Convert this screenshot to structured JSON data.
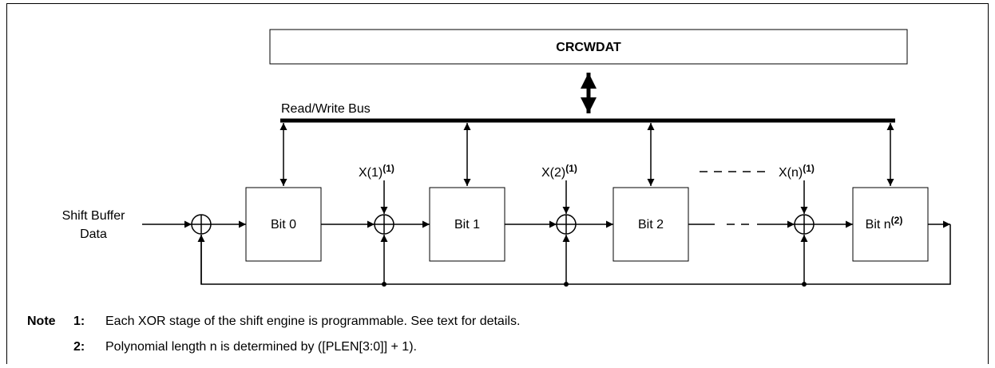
{
  "register": {
    "label": "CRCWDAT"
  },
  "bus": {
    "label": "Read/Write Bus"
  },
  "input": {
    "line1": "Shift Buffer",
    "line2": "Data"
  },
  "stages": [
    {
      "label": "Bit 0",
      "sup": ""
    },
    {
      "label": "Bit 1",
      "sup": ""
    },
    {
      "label": "Bit 2",
      "sup": ""
    },
    {
      "label": "Bit n",
      "sup": "(2)"
    }
  ],
  "xor_inputs": [
    {
      "label": "X(1)",
      "sup": "(1)"
    },
    {
      "label": "X(2)",
      "sup": "(1)"
    },
    {
      "label": "X(n)",
      "sup": "(1)"
    }
  ],
  "notes": {
    "heading": "Note",
    "items": [
      {
        "num": "1:",
        "text": "Each XOR stage of the shift engine is programmable. See text for details."
      },
      {
        "num": "2:",
        "text": "Polynomial length n is determined by ([PLEN[3:0]] + 1)."
      }
    ]
  }
}
